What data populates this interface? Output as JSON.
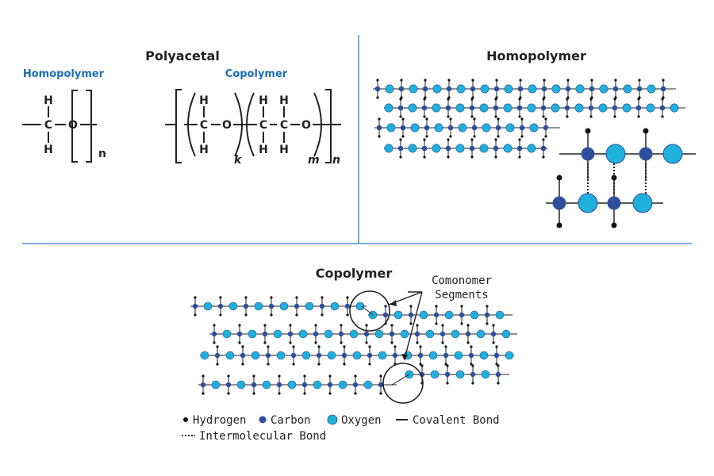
{
  "titles": {
    "polyacetal": "Polyacetal",
    "homopolymer_label": "Homopolymer",
    "copolymer_label": "Copolymer",
    "homopolymer_panel": "Homopolymer",
    "copolymer_panel": "Copolymer"
  },
  "formula": {
    "hydrogen": "H",
    "carbon": "C",
    "oxygen": "O",
    "subscript_n": "n",
    "subscript_k": "k",
    "subscript_m": "m"
  },
  "annotation": {
    "line1": "Comonomer",
    "line2": "Segments"
  },
  "legend": {
    "hydrogen": "Hydrogen",
    "carbon": "Carbon",
    "oxygen": "Oxygen",
    "covalent": "Covalent Bond",
    "intermolecular": "Intermolecular Bond"
  },
  "colors": {
    "carbon": "#2f4f9c",
    "oxygen": "#1fb0dc",
    "hydrogen": "#111111",
    "divider": "#4a90d9",
    "accent": "#1a6fb5",
    "bond": "#222222"
  }
}
